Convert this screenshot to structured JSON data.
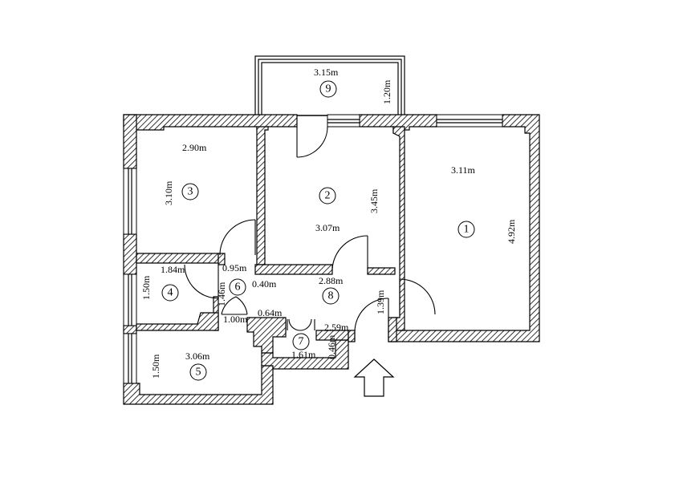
{
  "rooms": [
    {
      "number": "1",
      "width": "3.11m",
      "length": "4.92m"
    },
    {
      "number": "2",
      "width": "3.07m",
      "length": "3.45m"
    },
    {
      "number": "3",
      "width": "2.90m",
      "length": "3.10m"
    },
    {
      "number": "4",
      "width": "1.84m",
      "length": "1.50m"
    },
    {
      "number": "5",
      "width": "3.06m",
      "length": "1.50m"
    },
    {
      "number": "6",
      "width": "0.95m",
      "length": "1.46m",
      "extra": "1.00m",
      "extra2": "0.40m"
    },
    {
      "number": "7",
      "width": "1.61m",
      "length": "0.46m",
      "extra": "0.64m"
    },
    {
      "number": "8",
      "width": "2.88m",
      "length": "1.39m",
      "extra": "2.59m"
    },
    {
      "number": "9",
      "width": "3.15m",
      "length": "1.20m"
    }
  ],
  "entrance": {
    "icon": "entrance-arrow-icon"
  }
}
